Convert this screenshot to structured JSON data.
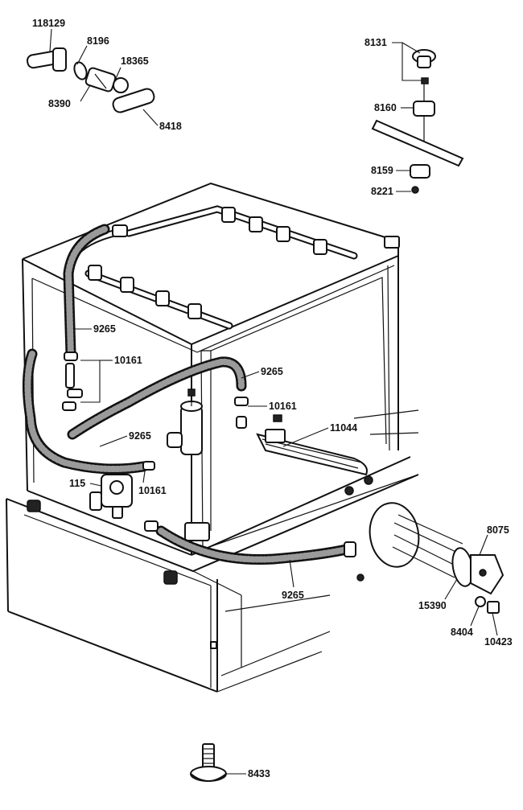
{
  "labels": {
    "p118129": "118129",
    "p8196": "8196",
    "p18365": "18365",
    "p8390": "8390",
    "p8418": "8418",
    "p8131": "8131",
    "p8160": "8160",
    "p8159": "8159",
    "p8221": "8221",
    "p9265_a": "9265",
    "p10161_a": "10161",
    "p9265_b": "9265",
    "p10161_b": "10161",
    "p11044": "11044",
    "p9265_c": "9265",
    "p115": "115",
    "p10161_c": "10161",
    "p8075": "8075",
    "p9265_d": "9265",
    "p15390": "15390",
    "p8404": "8404",
    "p10423": "10423",
    "p8433": "8433"
  }
}
